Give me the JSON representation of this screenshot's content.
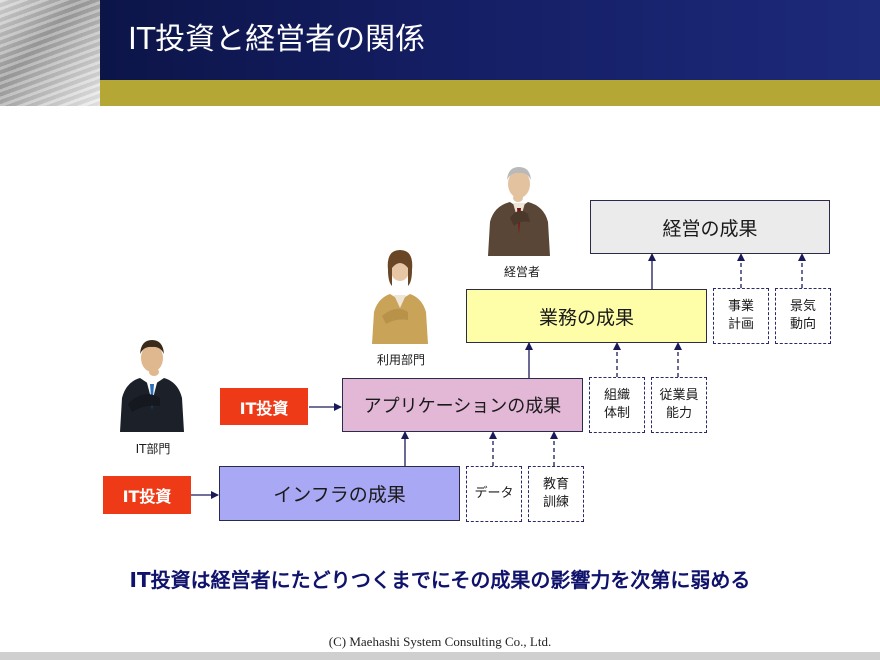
{
  "header": {
    "title": "IT投資と経営者の関係"
  },
  "boxes": {
    "management_result": "経営の成果",
    "business_result": "業務の成果",
    "application_result": "アプリケーションの成果",
    "infra_result": "インフラの成果"
  },
  "investments": {
    "it_investment_app": "IT投資",
    "it_investment_infra": "IT投資"
  },
  "factors": {
    "business_plan": "事業\n計画",
    "economic_trend": "景気\n動向",
    "organization": "組織\n体制",
    "employee_ability": "従業員\n能力",
    "data": "データ",
    "training": "教育\n訓練"
  },
  "roles": {
    "executive": "経営者",
    "user_department": "利用部門",
    "it_department": "IT部門"
  },
  "conclusion": "IT投資は経営者にたどりつくまでにその成果の影響力を次第に弱める",
  "footer": "(C) Maehashi System Consulting Co., Ltd.",
  "colors": {
    "header_navy": "#151f66",
    "band_olive": "#b5a736",
    "investment_red": "#ee3a16",
    "management_box": "#ebebeb",
    "business_box": "#fefea8",
    "application_box": "#e2b8d6",
    "infra_box": "#a8a8f4",
    "conclusion_text": "#10136b"
  }
}
